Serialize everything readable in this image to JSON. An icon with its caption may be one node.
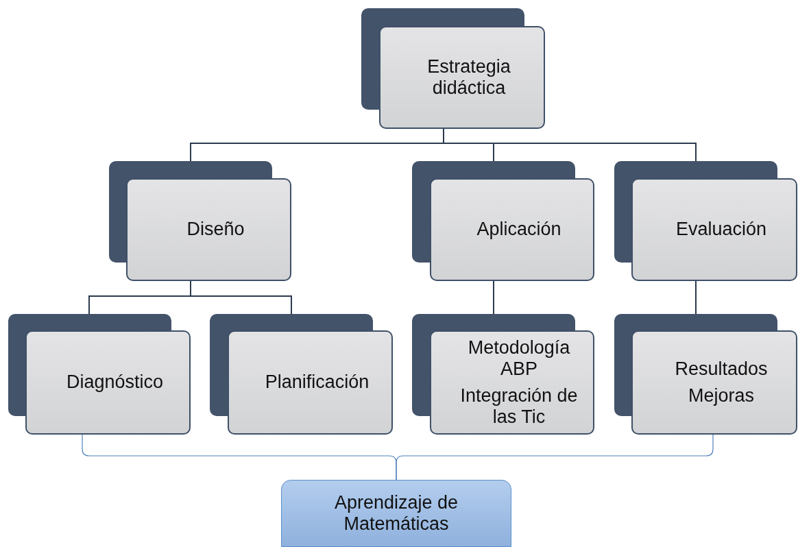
{
  "diagram": {
    "nodes": [
      {
        "text": [
          "Estrategia didáctica"
        ]
      },
      {
        "text": [
          "Diseño"
        ]
      },
      {
        "text": [
          "Aplicación"
        ]
      },
      {
        "text": [
          "Evaluación"
        ]
      },
      {
        "text": [
          "Diagnóstico"
        ]
      },
      {
        "text": [
          "Planificación"
        ]
      },
      {
        "text": [
          "Metodología ABP",
          "Integración de las Tic"
        ]
      },
      {
        "text": [
          "Resultados",
          "Mejoras"
        ]
      },
      {
        "text": [
          "Aprendizaje de Matemáticas"
        ]
      }
    ],
    "edges": [
      {
        "from": 0,
        "to": 1,
        "arrow": "none"
      },
      {
        "from": 0,
        "to": 2,
        "arrow": "none"
      },
      {
        "from": 0,
        "to": 3,
        "arrow": "none"
      },
      {
        "from": 1,
        "to": 4,
        "arrow": "none"
      },
      {
        "from": 1,
        "to": 5,
        "arrow": "none"
      },
      {
        "from": 2,
        "to": 6,
        "arrow": "none"
      },
      {
        "from": 3,
        "to": 7,
        "arrow": "none"
      },
      {
        "from": 4,
        "to": 8,
        "arrow": "none",
        "color": "#4f81bd"
      },
      {
        "from": 7,
        "to": 8,
        "arrow": "none",
        "color": "#4f81bd"
      }
    ]
  }
}
